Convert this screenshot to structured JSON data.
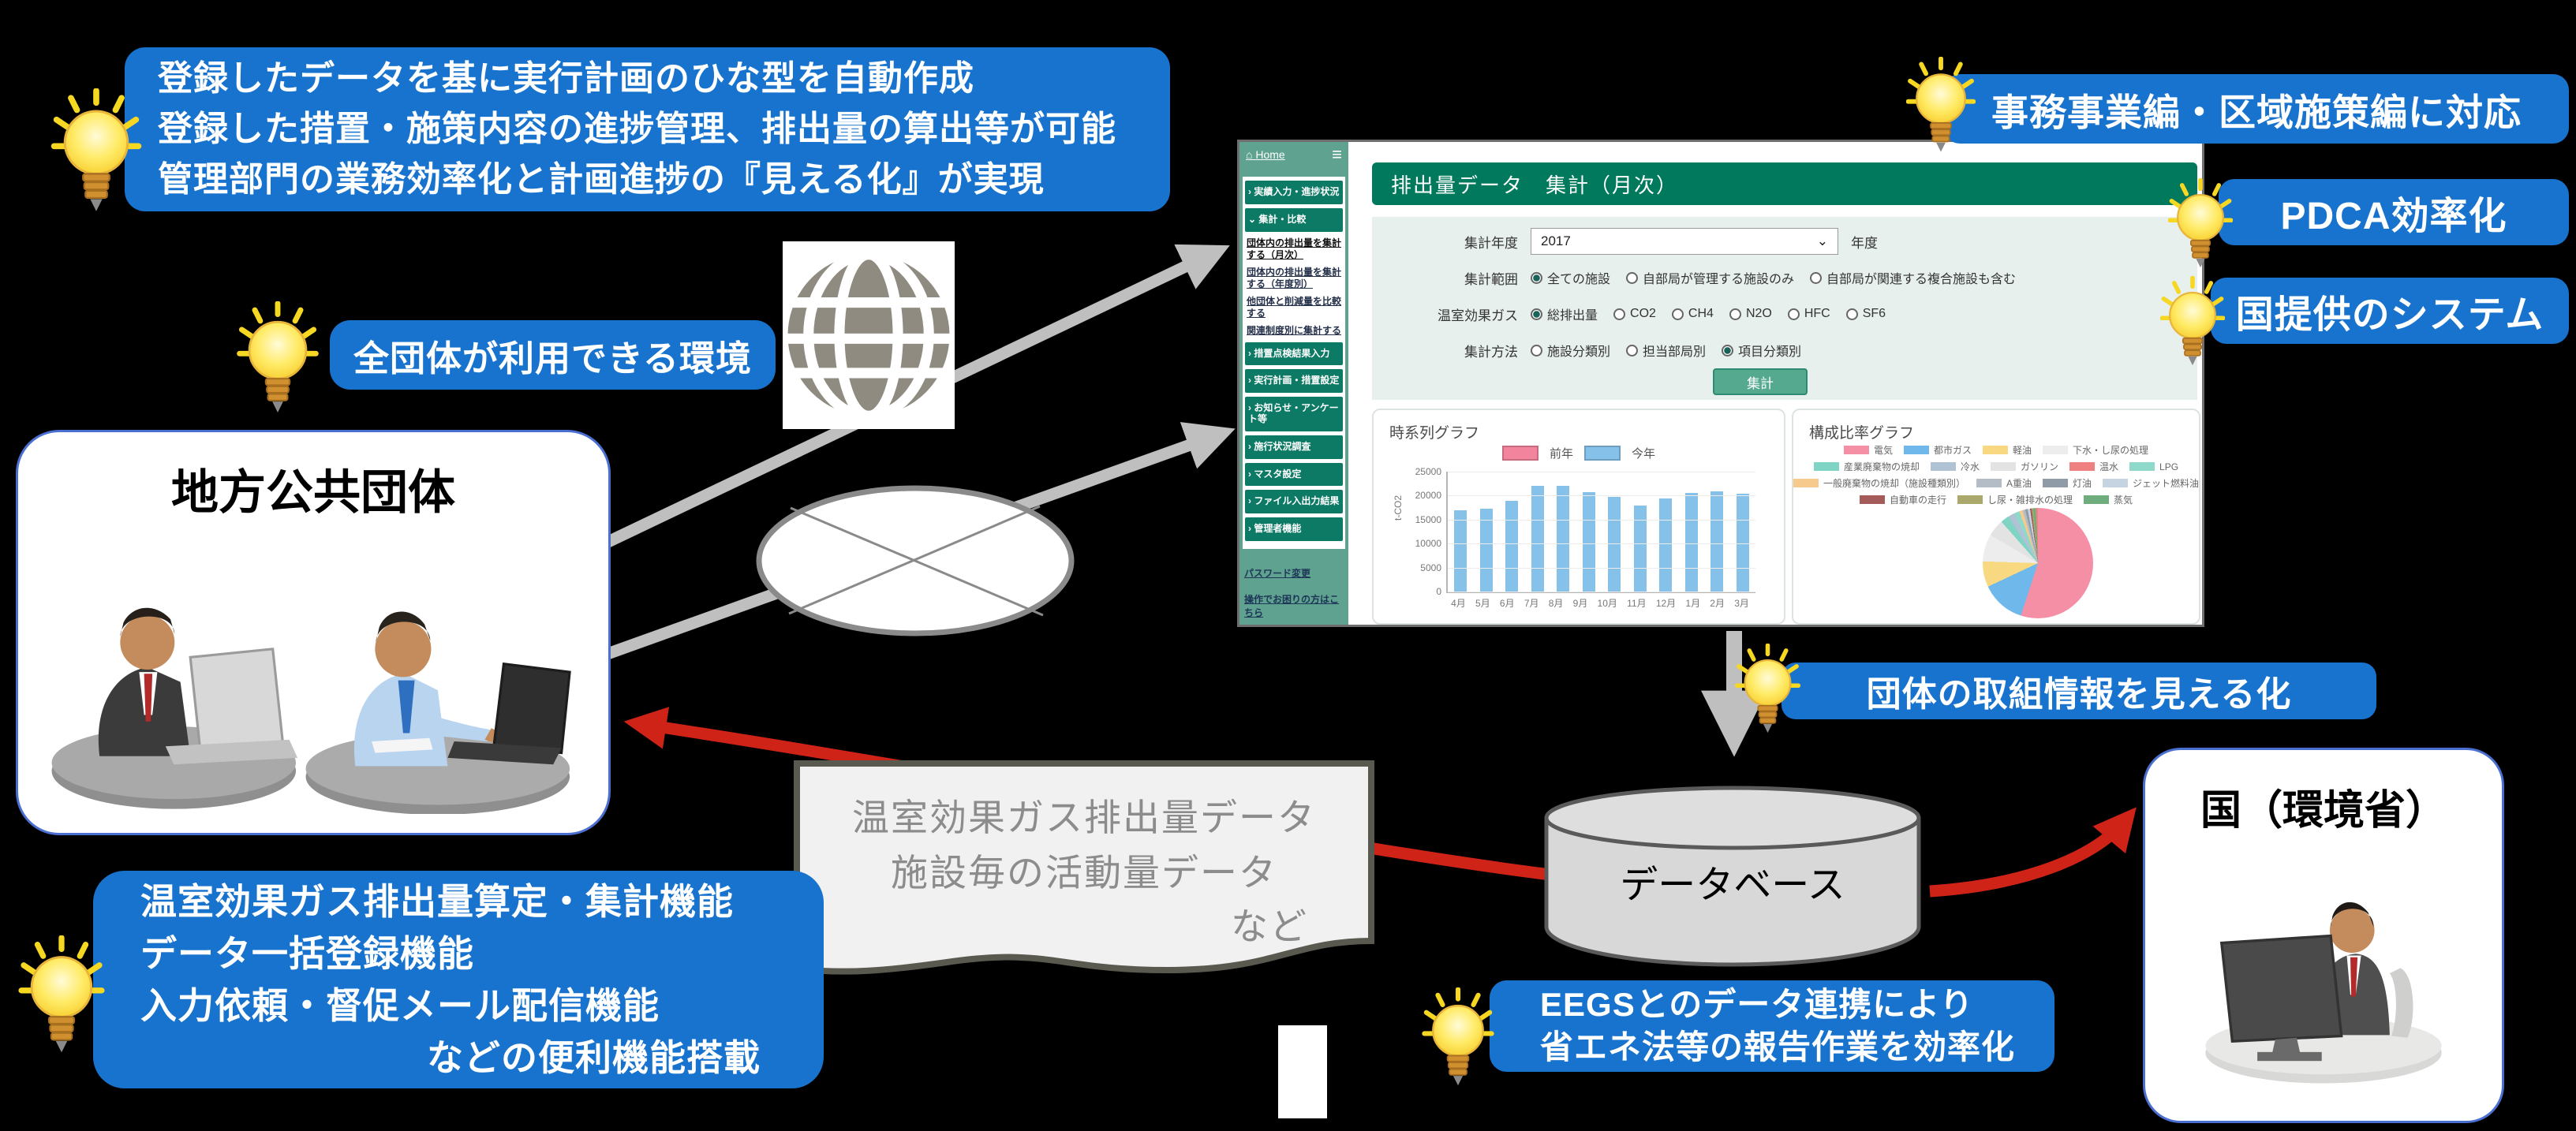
{
  "icons": {
    "home": "⌂",
    "menu": "≡",
    "chevron": "⌄",
    "lightbulb": "lightbulb"
  },
  "callouts": {
    "features_top": {
      "lines": [
        "登録したデータを基に実行計画のひな型を自動作成",
        "登録した措置・施策内容の進捗管理、排出量の算出等が可能",
        "管理部門の業務効率化と計画進捗の『見える化』が実現"
      ]
    },
    "env": {
      "label": "全団体が利用できる環境"
    },
    "compat": {
      "label": "事務事業編・区域施策編に対応"
    },
    "pdca": {
      "label": "PDCA効率化"
    },
    "national": {
      "label": "国提供のシステム"
    },
    "visualize": {
      "label": "団体の取組情報を見える化"
    },
    "eegs": {
      "lines": [
        "EEGSとのデータ連携により",
        "省エネ法等の報告作業を効率化"
      ]
    },
    "features_bottom": {
      "lines": [
        "温室効果ガス排出量算定・集計機能",
        "データ一括登録機能",
        "入力依頼・督促メール配信機能",
        "などの便利機能搭載"
      ]
    }
  },
  "actors": {
    "municipality": {
      "label": "地方公共団体"
    },
    "country": {
      "label": "国（環境省）"
    },
    "database": {
      "label": "データベース"
    }
  },
  "banner": {
    "lines": [
      "温室効果ガス排出量データ",
      "施設毎の活動量データ",
      "など"
    ]
  },
  "app": {
    "sidebar": {
      "home": "Home",
      "items": [
        {
          "label": "実績入力・進捗状況",
          "type": "btn",
          "prefix": "›"
        },
        {
          "label": "集計・比較",
          "type": "btn",
          "prefix": "⌄"
        },
        {
          "label": "団体内の排出量を集計する（月次）",
          "type": "link",
          "active": true
        },
        {
          "label": "団体内の排出量を集計する（年度別）",
          "type": "link"
        },
        {
          "label": "他団体と削減量を比較する",
          "type": "link"
        },
        {
          "label": "関連制度別に集計する",
          "type": "link"
        },
        {
          "label": "措置点検結果入力",
          "type": "btn",
          "prefix": "›"
        },
        {
          "label": "実行計画・措置設定",
          "type": "btn",
          "prefix": "›"
        },
        {
          "label": "お知らせ・アンケート等",
          "type": "btn",
          "prefix": "›"
        },
        {
          "label": "施行状況調査",
          "type": "btn",
          "prefix": "›"
        },
        {
          "label": "マスタ設定",
          "type": "btn",
          "prefix": "›"
        },
        {
          "label": "ファイル入出力結果",
          "type": "btn",
          "prefix": "›"
        },
        {
          "label": "管理者機能",
          "type": "btn",
          "prefix": "›"
        }
      ],
      "footer_links": [
        "パスワード変更",
        "操作でお困りの方はこちら"
      ]
    },
    "header": {
      "title": "排出量データ　集計（月次）"
    },
    "form": {
      "year_label": "集計年度",
      "year_value": "2017",
      "year_suffix": "年度",
      "radio_rows": [
        {
          "label": "集計範囲",
          "options": [
            {
              "text": "全ての施設",
              "selected": true
            },
            {
              "text": "自部局が管理する施設のみ",
              "selected": false
            },
            {
              "text": "自部局が関連する複合施設も含む",
              "selected": false
            }
          ]
        },
        {
          "label": "温室効果ガス",
          "options": [
            {
              "text": "総排出量",
              "selected": true
            },
            {
              "text": "CO2",
              "selected": false
            },
            {
              "text": "CH4",
              "selected": false
            },
            {
              "text": "N2O",
              "selected": false
            },
            {
              "text": "HFC",
              "selected": false
            },
            {
              "text": "SF6",
              "selected": false
            }
          ]
        },
        {
          "label": "集計方法",
          "options": [
            {
              "text": "施設分類別",
              "selected": false
            },
            {
              "text": "担当部局別",
              "selected": false
            },
            {
              "text": "項目分類別",
              "selected": true
            }
          ]
        }
      ],
      "submit": "集計"
    }
  },
  "chart_data": [
    {
      "type": "bar",
      "title": "時系列グラフ",
      "categories": [
        "4月",
        "5月",
        "6月",
        "7月",
        "8月",
        "9月",
        "10月",
        "11月",
        "12月",
        "1月",
        "2月",
        "3月"
      ],
      "series": [
        {
          "name": "前年",
          "color": "#F2849E",
          "values": []
        },
        {
          "name": "今年",
          "color": "#85C1E9",
          "values": [
            17000,
            17200,
            18900,
            22100,
            22000,
            20800,
            19700,
            17900,
            19400,
            20500,
            20900,
            20400
          ]
        }
      ],
      "ylabel": "t-CO2",
      "yticks": [
        0,
        5000,
        10000,
        15000,
        20000,
        25000
      ],
      "ylim": [
        0,
        25000
      ],
      "legend_position": "top",
      "grid": true
    },
    {
      "type": "pie",
      "title": "構成比率グラフ",
      "slices": [
        {
          "label": "電気",
          "color": "#F48FA6",
          "pct": 55
        },
        {
          "label": "都市ガス",
          "color": "#6EB8EC",
          "pct": 13
        },
        {
          "label": "軽油",
          "color": "#F8D981",
          "pct": 7.5
        },
        {
          "label": "下水・し尿の処理",
          "color": "#EDEDED",
          "pct": 8
        },
        {
          "label": "ガソリン",
          "color": "#E3E3E3",
          "pct": 5
        },
        {
          "label": "産業廃棄物の焼却",
          "color": "#7FD4C4",
          "pct": 2.5
        },
        {
          "label": "冷水",
          "color": "#AFC3D4",
          "pct": 2
        },
        {
          "label": "LPG",
          "color": "#8FD9CB",
          "pct": 1.5
        },
        {
          "label": "一般廃棄物の焼却（施設種類別）",
          "color": "#F6C98D",
          "pct": 1
        },
        {
          "label": "A重油",
          "color": "#B4BDC6",
          "pct": 0.8
        },
        {
          "label": "灯油",
          "color": "#8F9BA6",
          "pct": 0.7
        },
        {
          "label": "ジェット燃料油",
          "color": "#C6D4E2",
          "pct": 0.7
        },
        {
          "label": "自動車の走行",
          "color": "#A65B5B",
          "pct": 0.5
        },
        {
          "label": "し尿・雑排水の処理",
          "color": "#ABA86B",
          "pct": 0.4
        },
        {
          "label": "蒸気",
          "color": "#6FAE7C",
          "pct": 0.8
        },
        {
          "label": "温水",
          "color": "#EF8080",
          "pct": 0.6
        }
      ],
      "legend_rows": [
        [
          0,
          1,
          2,
          3
        ],
        [
          5,
          6,
          4,
          15,
          7
        ],
        [
          8,
          9,
          10,
          11
        ],
        [
          12,
          13,
          14
        ]
      ]
    }
  ],
  "colors": {
    "callout_blue": "#1773CE",
    "app_teal_dark": "#00795C",
    "app_sidebar_teal": "#5EA28F",
    "red_arrow": "#CF2318",
    "gray_arrow": "#BFBFBF",
    "bar_blue": "#85C1E9"
  }
}
